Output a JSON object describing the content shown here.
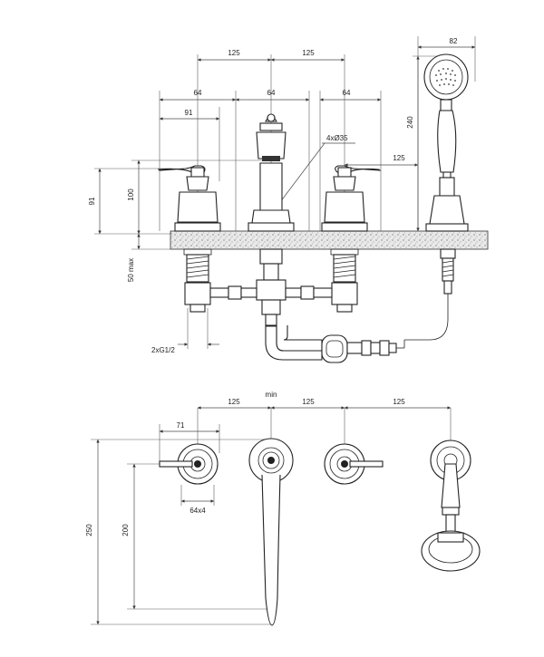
{
  "top_view_labels": {
    "spacing_left": "125",
    "spacing_right": "125",
    "handshower_width": "82",
    "handle_width_1": "64",
    "handle_width_2": "64",
    "handle_width_3": "64",
    "lever_length": "91",
    "holes": "4xØ35",
    "handshower_height": "240",
    "handshower_spacing": "125",
    "height_91": "91",
    "height_100": "100",
    "deck_thickness": "50 max",
    "connection": "2xG1/2"
  },
  "plan_view_labels": {
    "min": "min",
    "spacing_1": "125",
    "spacing_2": "125",
    "spacing_3": "125",
    "lever": "71",
    "rosette": "64x4",
    "total_depth": "250",
    "spout_reach": "200"
  }
}
